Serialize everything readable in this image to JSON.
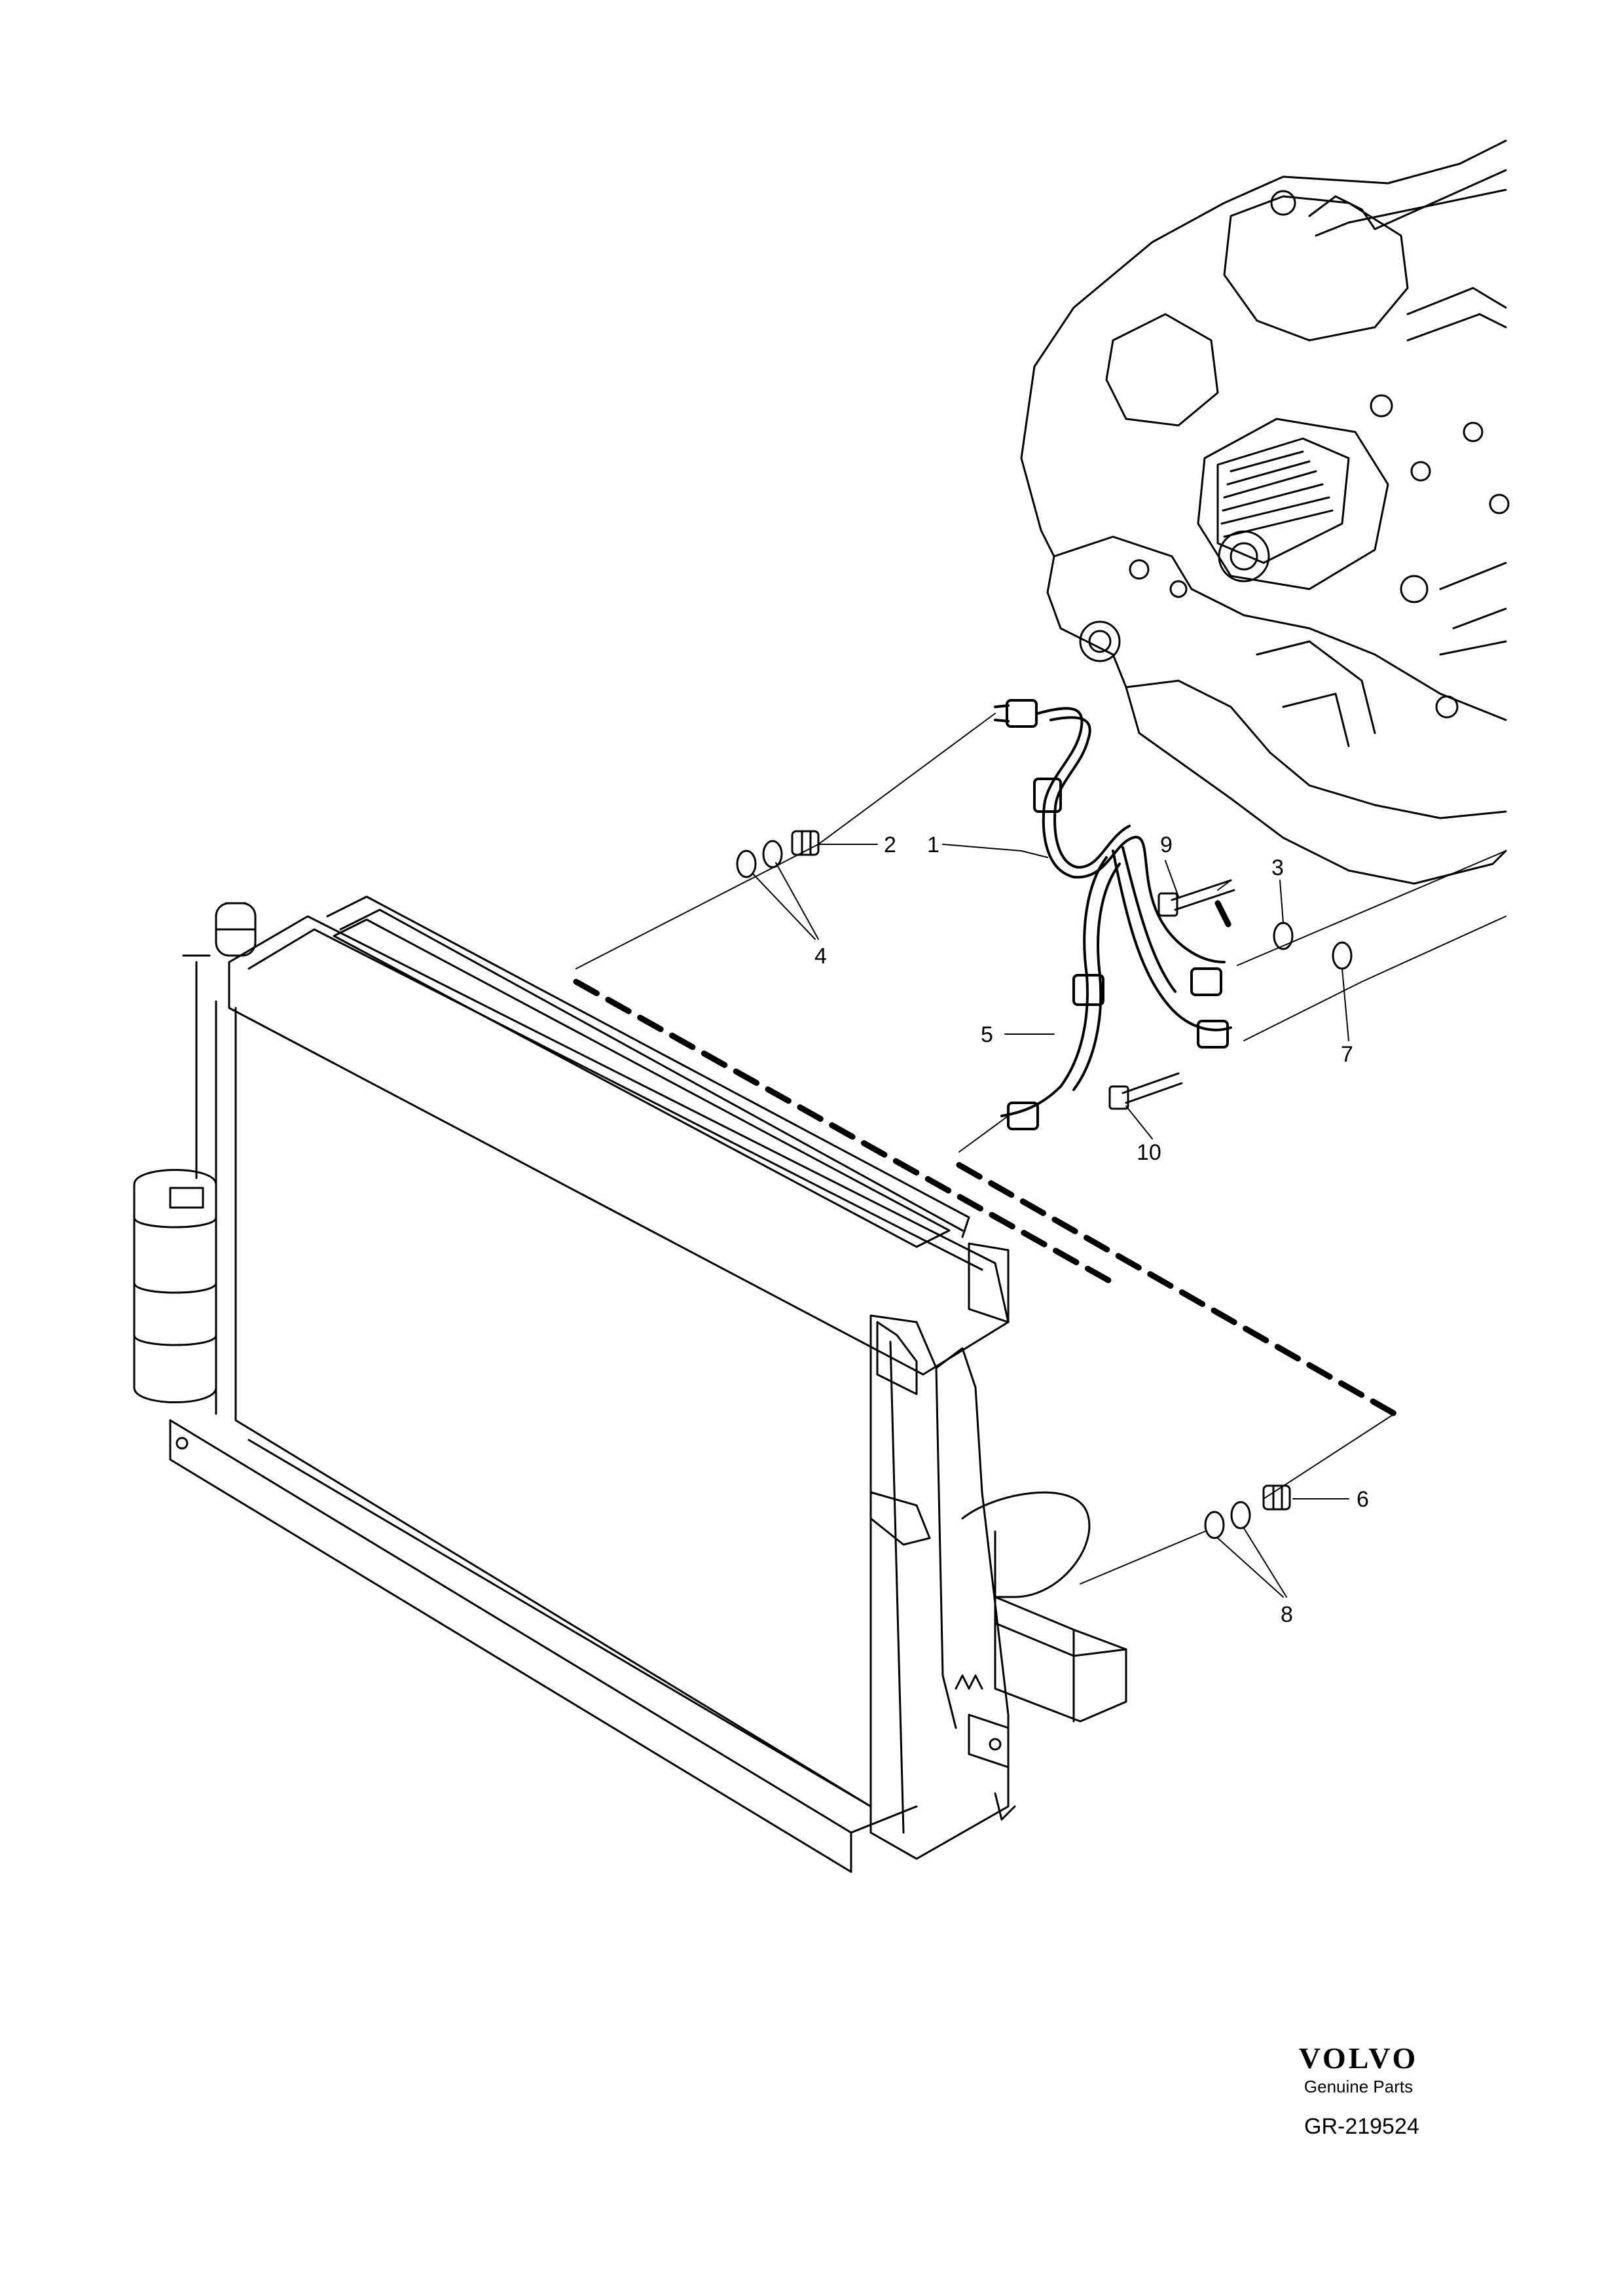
{
  "diagram": {
    "callouts": [
      {
        "id": "1",
        "label": "1"
      },
      {
        "id": "2",
        "label": "2"
      },
      {
        "id": "3",
        "label": "3"
      },
      {
        "id": "4",
        "label": "4"
      },
      {
        "id": "5",
        "label": "5"
      },
      {
        "id": "6",
        "label": "6"
      },
      {
        "id": "7",
        "label": "7"
      },
      {
        "id": "8",
        "label": "8"
      },
      {
        "id": "9",
        "label": "9"
      },
      {
        "id": "10",
        "label": "10"
      }
    ]
  },
  "brand": {
    "logo_text": "VOLVO",
    "tagline": "Genuine Parts",
    "reference": "GR-219524"
  },
  "colors": {
    "line": "#000000",
    "background": "#ffffff"
  }
}
